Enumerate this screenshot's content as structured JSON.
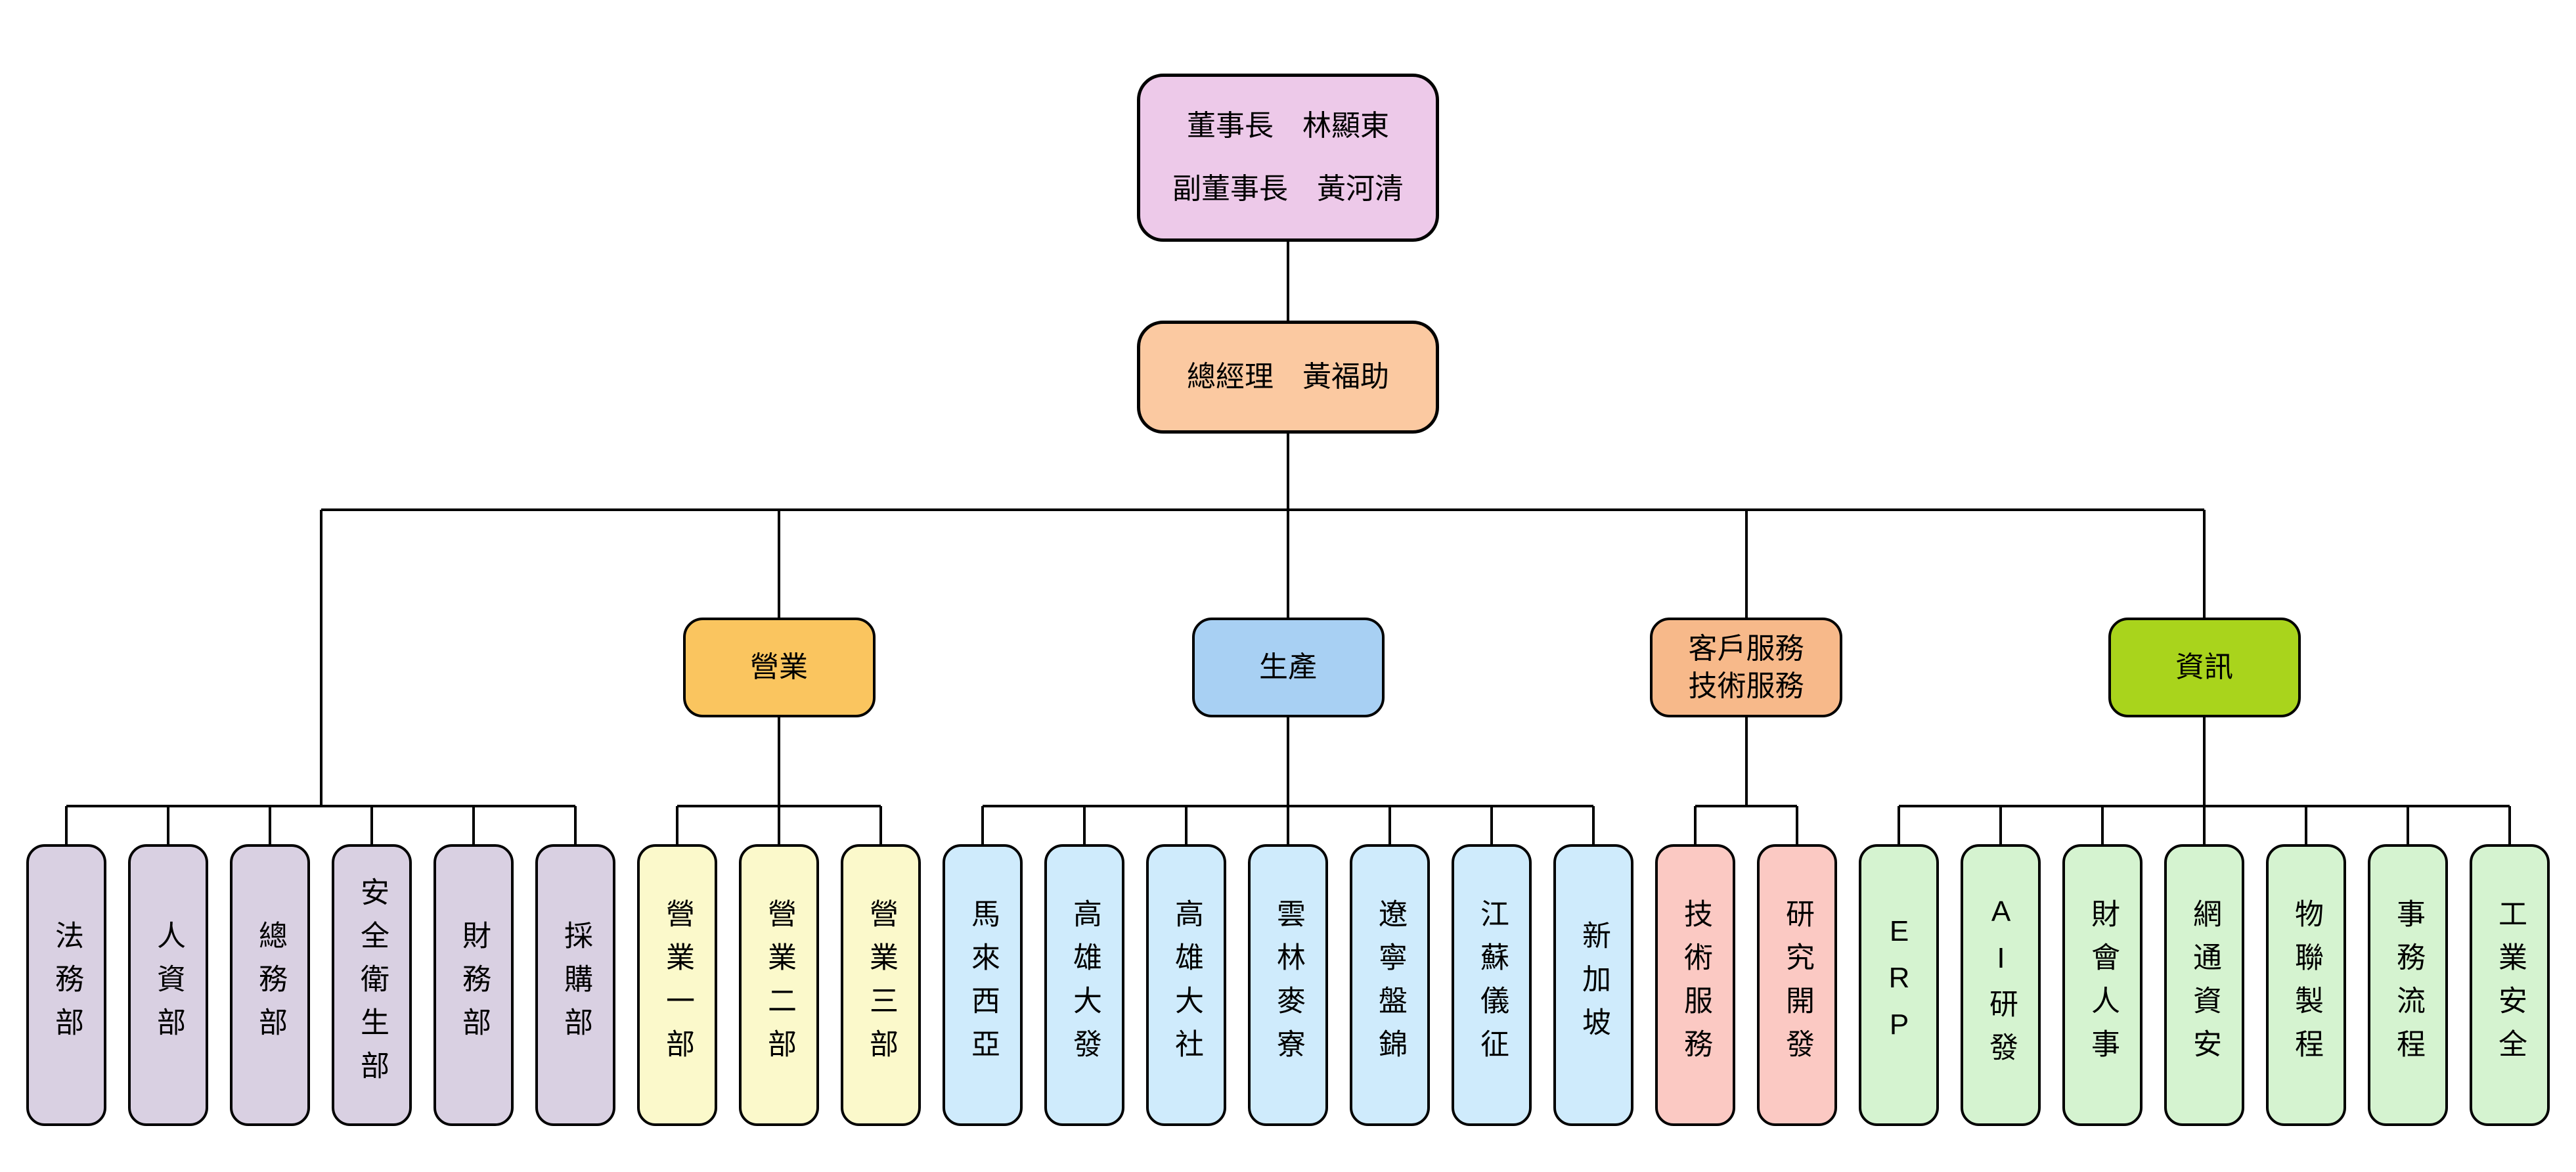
{
  "chairman": {
    "line1": "董事長　林顯東",
    "line2": "副董事長　黃河清",
    "fill": "#EDC9E9"
  },
  "general_manager": {
    "label": "總經理　黃福助",
    "fill": "#FBC9A1"
  },
  "staff_group": {
    "fill": "#D9D0E2",
    "departments": [
      "法務部",
      "人資部",
      "總務部",
      "安全衛生部",
      "財務部",
      "採購部"
    ]
  },
  "divisions": [
    {
      "name": "營業",
      "fill": "#FAC55F",
      "child_fill": "#FBF9CB",
      "children": [
        "營業一部",
        "營業二部",
        "營業三部"
      ]
    },
    {
      "name": "生產",
      "fill": "#A8D0F3",
      "child_fill": "#CFEBFC",
      "children": [
        "馬來西亞",
        "高雄大發",
        "高雄大社",
        "雲林麥寮",
        "遼寧盤錦",
        "江蘇儀征",
        "新加坡"
      ]
    },
    {
      "name": "客戶服務\n技術服務",
      "fill": "#F7B98A",
      "child_fill": "#FBC9C3",
      "children": [
        "技術服務",
        "研究開發"
      ]
    },
    {
      "name": "資訊",
      "fill": "#A9D41C",
      "child_fill": "#D5F3D0",
      "children": [
        "ERP",
        "AI研發",
        "財會人事",
        "網通資安",
        "物聯製程",
        "事務流程",
        "工業安全"
      ]
    }
  ],
  "line_color": "#000000"
}
